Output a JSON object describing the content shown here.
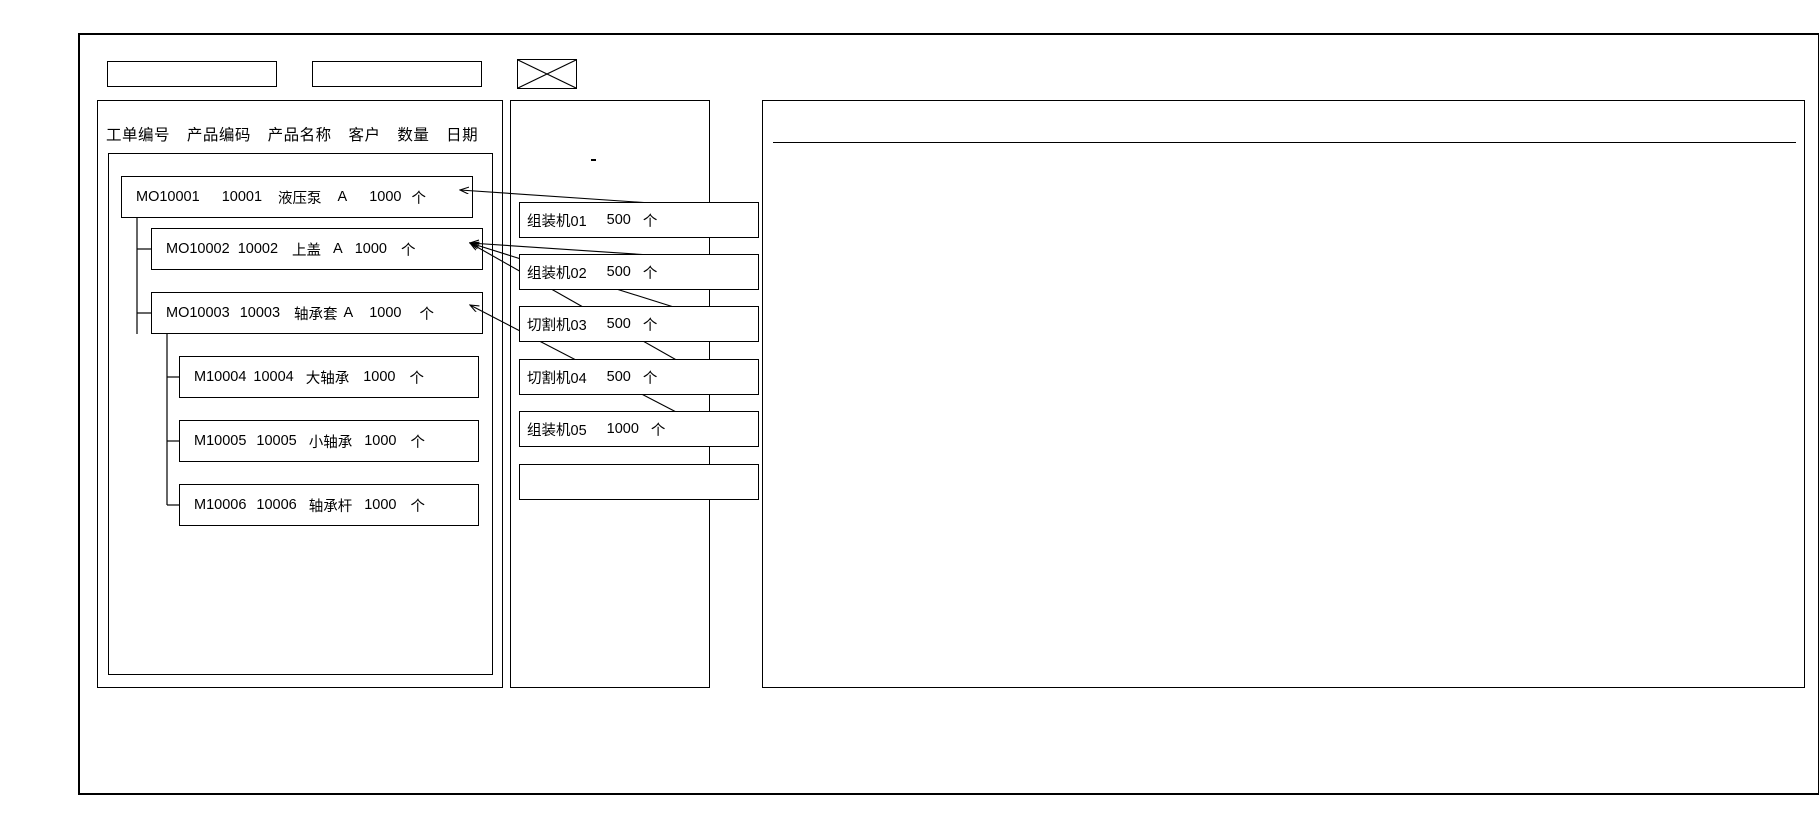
{
  "window": {
    "title": ""
  },
  "toolbar": {
    "input_one_value": "",
    "input_one_placeholder": "",
    "input_two_value": "",
    "input_two_placeholder": "",
    "cross_box_label": "",
    "cross_icon": "cross-box-icon"
  },
  "left_panel": {
    "columns": [
      "工单编号",
      "产品编码",
      "产品名称",
      "客户",
      "数量",
      "日期"
    ],
    "rows": [
      {
        "order_no": "MO10001",
        "product_code": "10001",
        "product_name": "液压泵",
        "customer": "A",
        "quantity": "1000",
        "unit": "个",
        "level": 0
      },
      {
        "order_no": "MO10002",
        "product_code": "10002",
        "product_name": "上盖",
        "customer": "A",
        "quantity": "1000",
        "unit": "个",
        "level": 1
      },
      {
        "order_no": "MO10003",
        "product_code": "10003",
        "product_name": "轴承套",
        "customer": "A",
        "quantity": "1000",
        "unit": "个",
        "level": 1
      },
      {
        "order_no": "M10004",
        "product_code": "10004",
        "product_name": "大轴承",
        "customer": "",
        "quantity": "1000",
        "unit": "个",
        "level": 2
      },
      {
        "order_no": "M10005",
        "product_code": "10005",
        "product_name": "小轴承",
        "customer": "",
        "quantity": "1000",
        "unit": "个",
        "level": 2
      },
      {
        "order_no": "M10006",
        "product_code": "10006",
        "product_name": "轴承杆",
        "customer": "",
        "quantity": "1000",
        "unit": "个",
        "level": 2
      }
    ]
  },
  "mid_panel": {
    "cards": [
      {
        "machine": "组装机01",
        "quantity": "500",
        "unit": "个"
      },
      {
        "machine": "组装机02",
        "quantity": "500",
        "unit": "个"
      },
      {
        "machine": "切割机03",
        "quantity": "500",
        "unit": "个"
      },
      {
        "machine": "切割机04",
        "quantity": "500",
        "unit": "个"
      },
      {
        "machine": "组装机05",
        "quantity": "1000",
        "unit": "个"
      },
      {
        "machine": "",
        "quantity": "",
        "unit": ""
      }
    ]
  },
  "right_panel": {
    "header_text": "",
    "body_text": ""
  },
  "colors": {
    "stroke": "#000000",
    "background": "#ffffff"
  }
}
